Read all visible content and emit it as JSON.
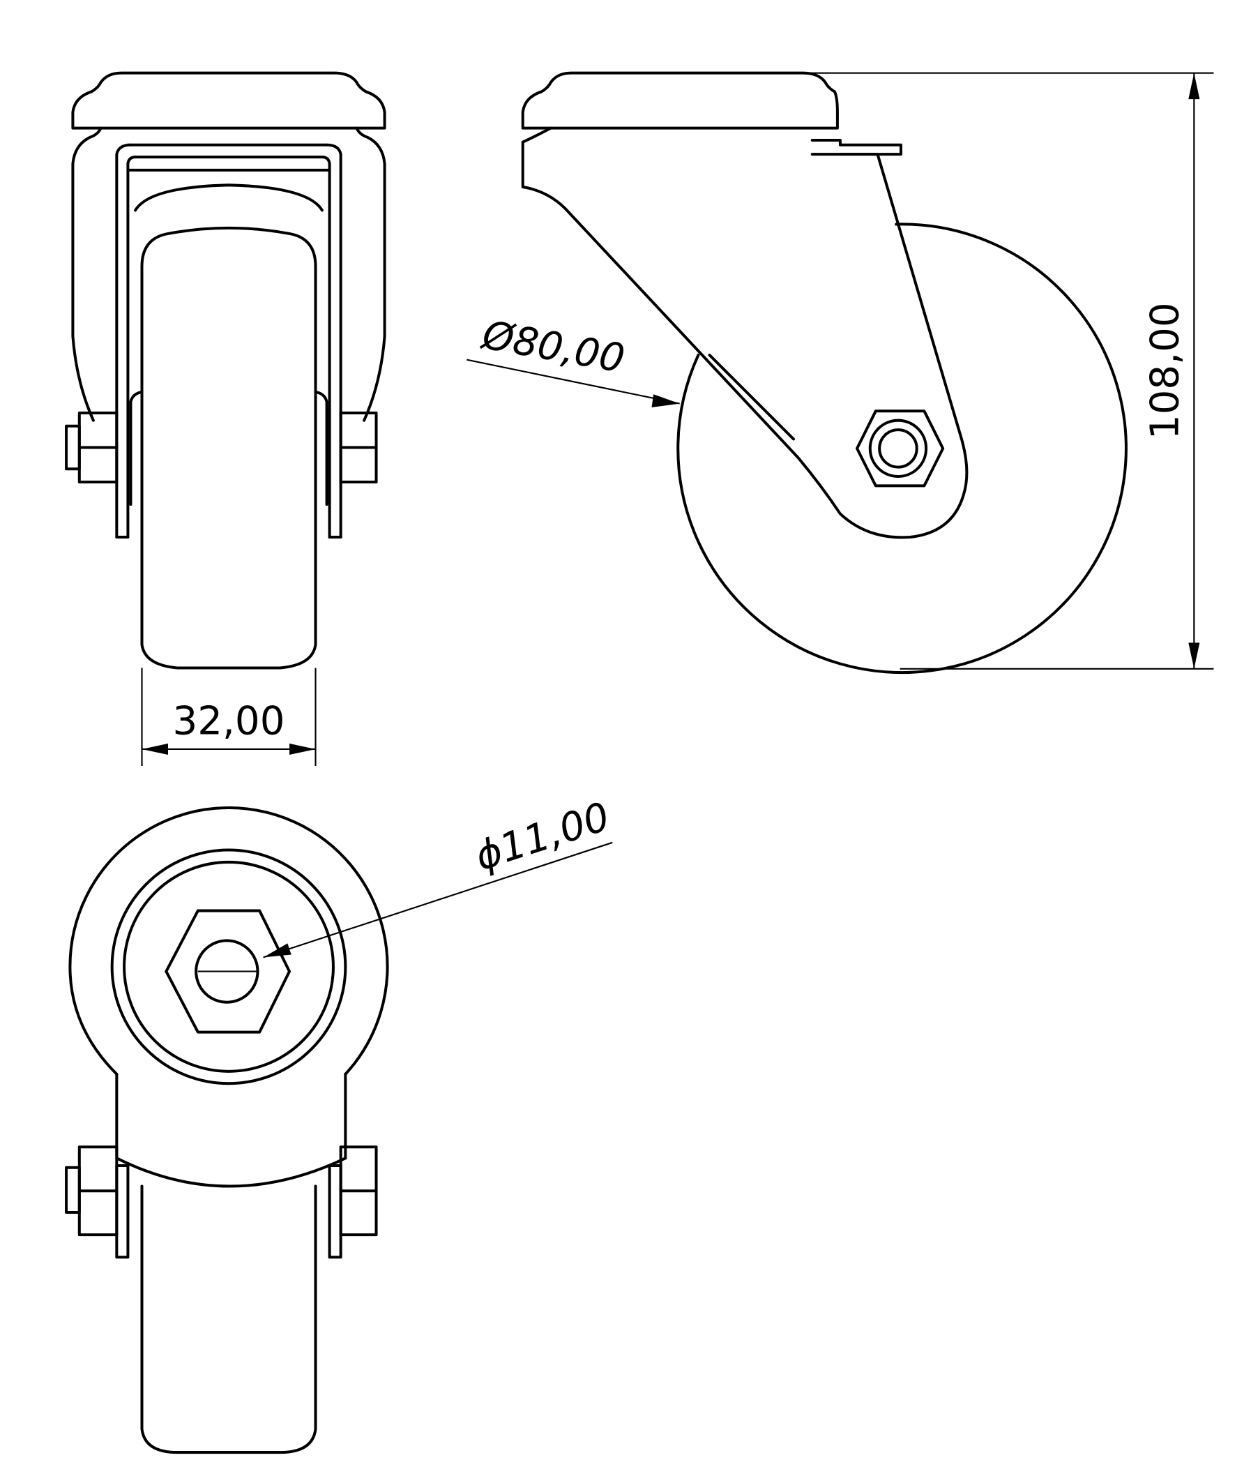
{
  "drawing": {
    "subject": "Swivel castor wheel technical drawing",
    "views": [
      "front-view",
      "side-view",
      "top-view"
    ],
    "line_color": "#000000",
    "background": "#ffffff"
  },
  "dimensions": {
    "wheel_width": "32,00",
    "wheel_diameter": "Ø80,00",
    "overall_height": "108,00",
    "bolt_hole_diameter": "ϕ11,00"
  }
}
